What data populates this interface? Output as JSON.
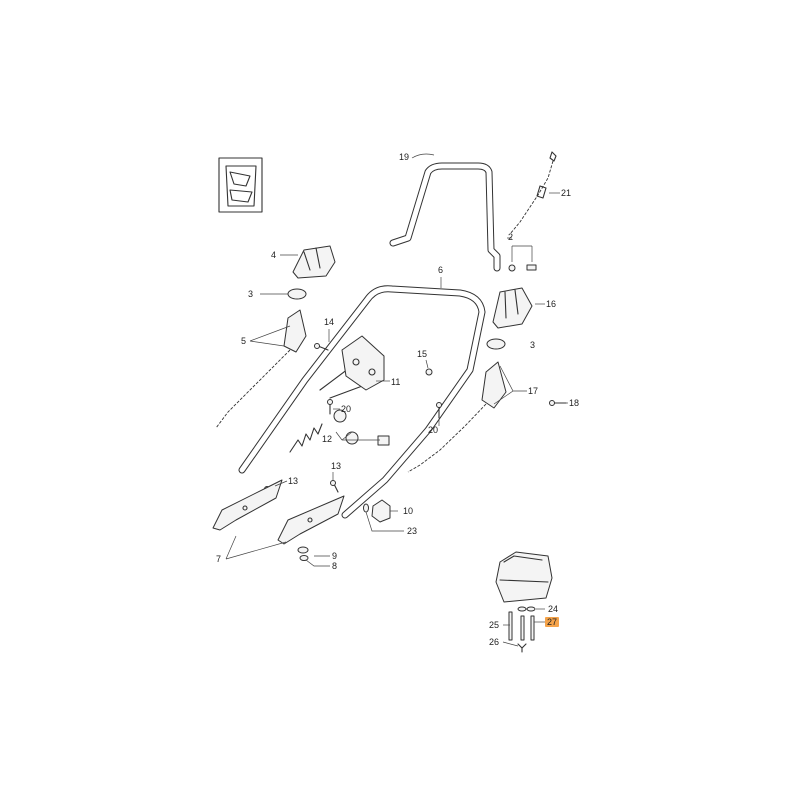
{
  "colors": {
    "highlight": "#f5a34a",
    "line": "#333333",
    "background": "#ffffff"
  },
  "labels": {
    "p2": "2",
    "p3a": "3",
    "p3b": "3",
    "p4": "4",
    "p5": "5",
    "p6": "6",
    "p7": "7",
    "p8": "8",
    "p9": "9",
    "p10": "10",
    "p11": "11",
    "p12": "12",
    "p13a": "13",
    "p13b": "13",
    "p14": "14",
    "p15": "15",
    "p16": "16",
    "p17": "17",
    "p18": "18",
    "p19": "19",
    "p20a": "20",
    "p20b": "20",
    "p21": "21",
    "p23": "23",
    "p24": "24",
    "p25": "25",
    "p26": "26",
    "p27": "27"
  }
}
